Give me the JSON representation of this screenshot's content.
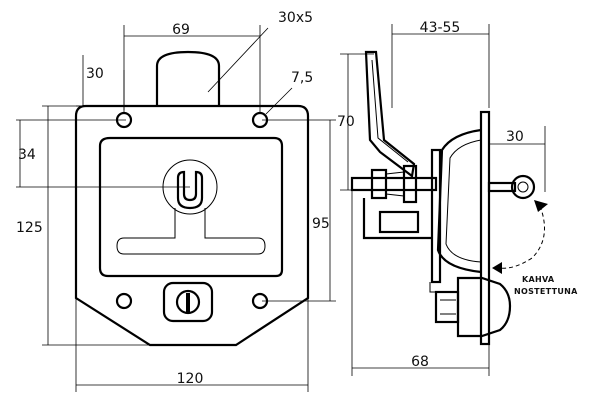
{
  "front_view": {
    "dim_top_width": "69",
    "dim_handle_size": "30x5",
    "dim_hole_offset": "30",
    "dim_hole_diameter": "7,5",
    "dim_lock_offset": "34",
    "dim_overall_height": "125",
    "dim_hole_spacing_vertical": "95",
    "dim_overall_width": "120"
  },
  "side_view": {
    "dim_depth_range": "43-55",
    "dim_handle_height": "70",
    "dim_stem_length": "30",
    "dim_body_depth": "68",
    "note_line1": "KAHVA",
    "note_line2": "NOSTETTUNA"
  }
}
